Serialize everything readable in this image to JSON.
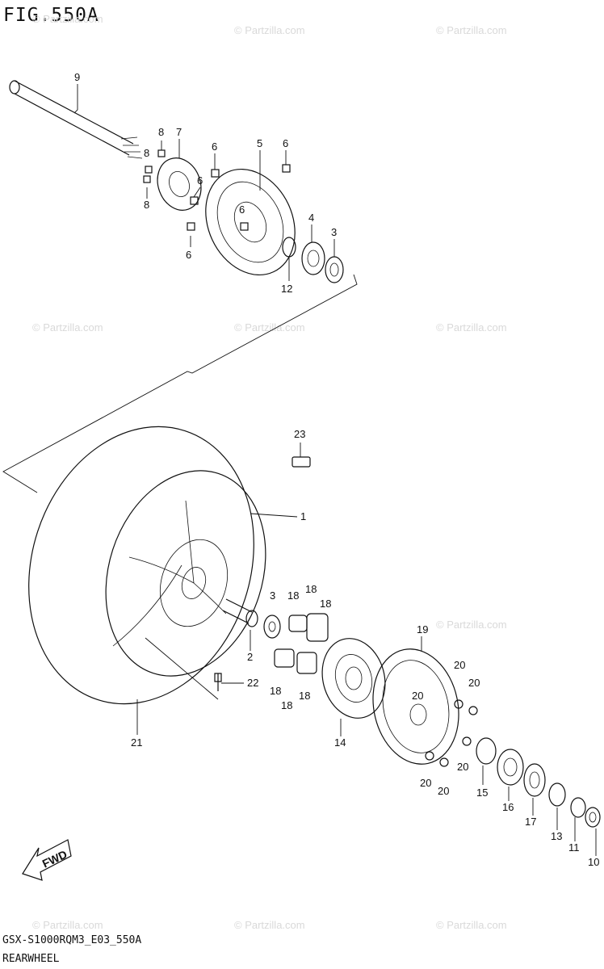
{
  "figure": {
    "title": "FIG.550A",
    "model_code": "GSX-S1000RQM3_E03_550A",
    "section_name": "REARWHEEL"
  },
  "watermark": "© Partzilla.com",
  "fwd_label": "FWD",
  "callouts": [
    "1",
    "2",
    "3",
    "3",
    "4",
    "5",
    "6",
    "6",
    "6",
    "6",
    "6",
    "7",
    "8",
    "8",
    "8",
    "9",
    "10",
    "11",
    "12",
    "13",
    "14",
    "15",
    "16",
    "17",
    "18",
    "18",
    "18",
    "18",
    "18",
    "18",
    "19",
    "20",
    "20",
    "20",
    "20",
    "20",
    "20",
    "21",
    "22",
    "23"
  ]
}
